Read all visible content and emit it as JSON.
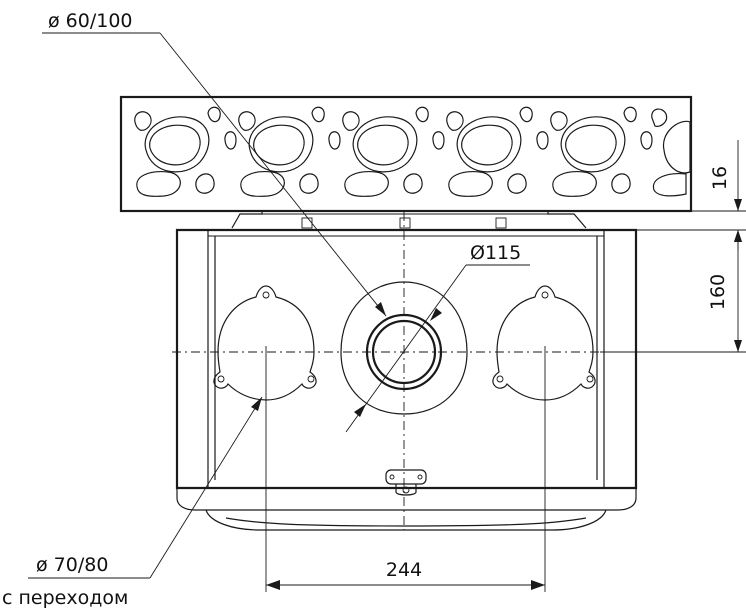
{
  "labels": {
    "flue_coaxial": "ø 60/100",
    "flue_diameter": "Ø115",
    "side_pipe": "ø 70/80",
    "side_pipe_note": "с переходом"
  },
  "dimensions": {
    "top_offset": "16",
    "outlet_height": "160",
    "outlet_spacing": "244"
  }
}
